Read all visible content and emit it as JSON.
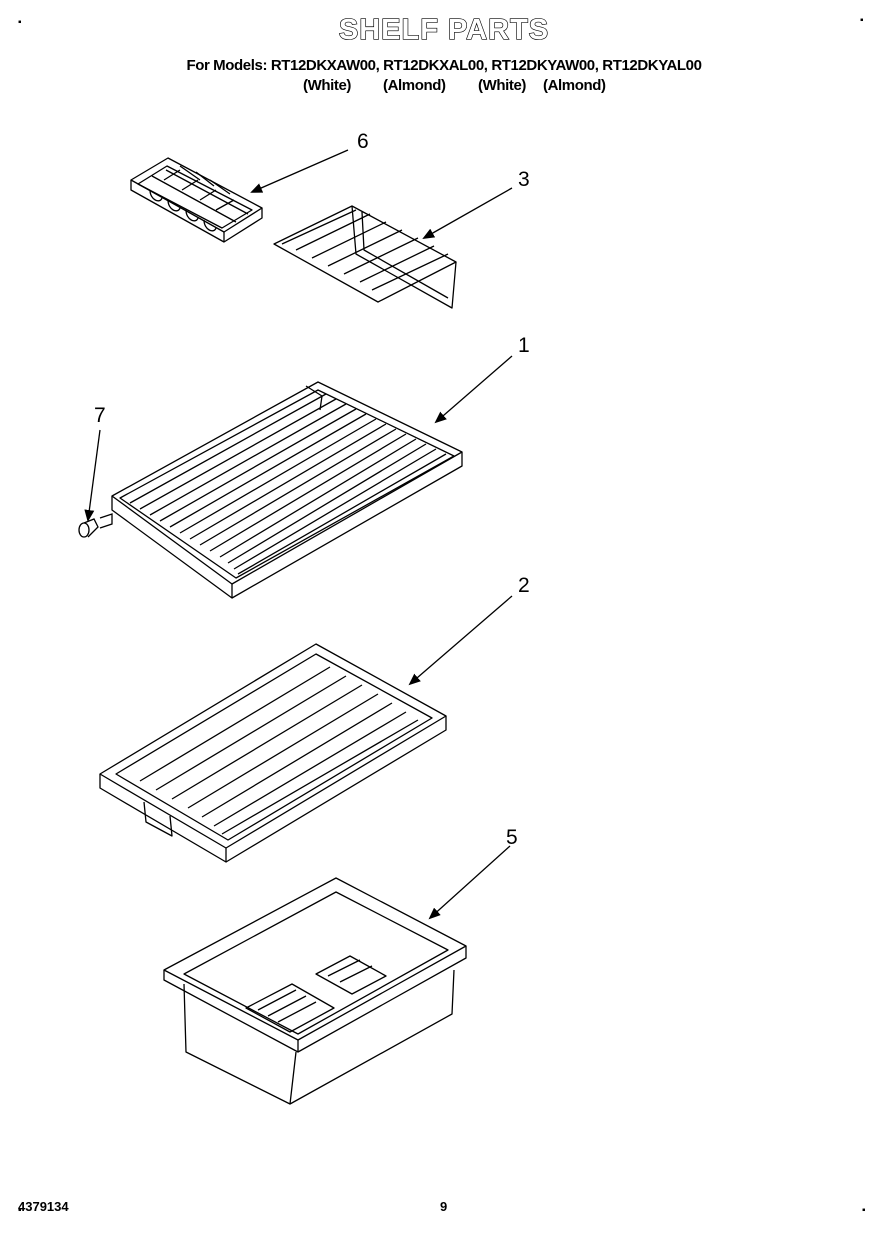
{
  "header": {
    "title": "SHELF PARTS",
    "models_line": "For Models: RT12DKXAW00, RT12DKXAL00, RT12DKYAW00, RT12DKYAL00",
    "colors": [
      "(White)",
      "(Almond)",
      "(White)",
      "(Almond)"
    ]
  },
  "callouts": [
    "6",
    "3",
    "1",
    "7",
    "2",
    "5"
  ],
  "footer": {
    "part_number": "4379134",
    "page_number": "9"
  },
  "corner_mark": "▪"
}
